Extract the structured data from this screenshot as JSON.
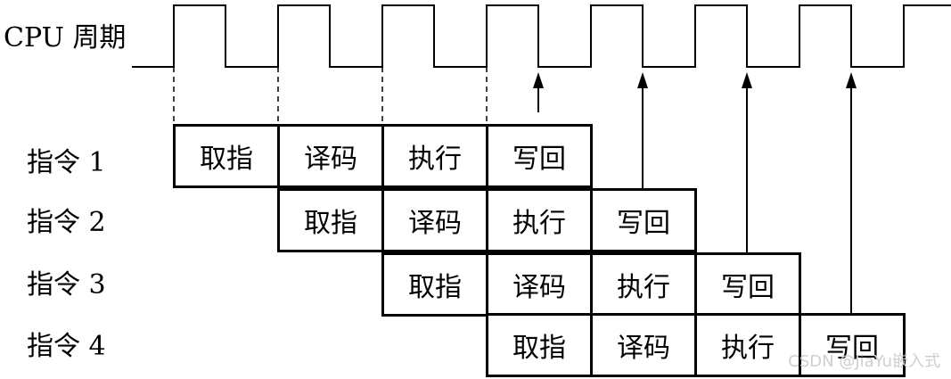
{
  "cpu_label": "CPU 周期",
  "instructions": [
    {
      "label": "指令 1",
      "start": 0,
      "stages": [
        "取指",
        "译码",
        "执行",
        "写回"
      ]
    },
    {
      "label": "指令 2",
      "start": 1,
      "stages": [
        "取指",
        "译码",
        "执行",
        "写回"
      ]
    },
    {
      "label": "指令 3",
      "start": 2,
      "stages": [
        "取指",
        "译码",
        "执行",
        "写回"
      ]
    },
    {
      "label": "指令 4",
      "start": 3,
      "stages": [
        "取指",
        "译码",
        "执行",
        "写回"
      ]
    }
  ],
  "clock": {
    "cycles": 8,
    "arrows_from_cycle": 4
  },
  "watermark": "CSDN @JiaYu嵌入式"
}
